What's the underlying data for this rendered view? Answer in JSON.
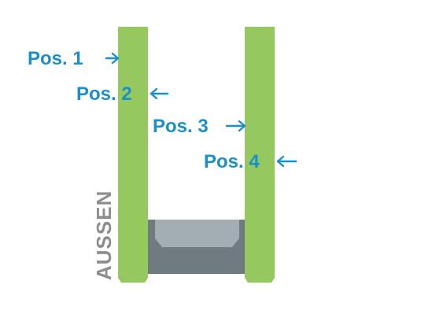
{
  "colors": {
    "glass": "#95c85f",
    "spacer_outer": "#707a81",
    "spacer_inner": "#a3adb4",
    "label": "#1a8fc9",
    "side_text": "#8e8e8e",
    "background": "#ffffff"
  },
  "positions": [
    {
      "label": "Pos. 1",
      "arrow": "right"
    },
    {
      "label": "Pos. 2",
      "arrow": "left"
    },
    {
      "label": "Pos. 3",
      "arrow": "right"
    },
    {
      "label": "Pos. 4",
      "arrow": "left"
    }
  ],
  "side_label": "AUSSEN"
}
